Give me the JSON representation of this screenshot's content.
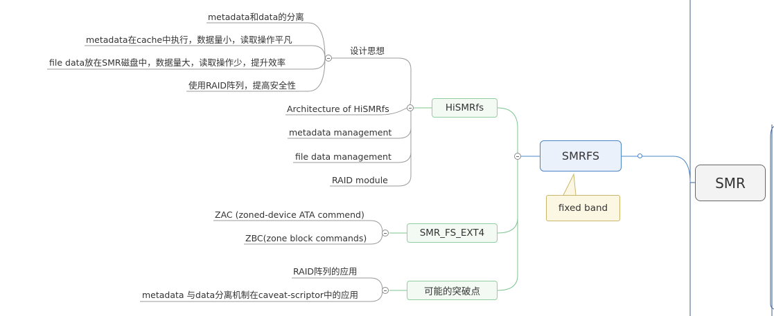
{
  "root": {
    "label": "SMR"
  },
  "main": {
    "label": "SMRFS",
    "note": "fixed band",
    "branches": [
      {
        "label": "HiSMRfs",
        "group": {
          "label": "设计思想",
          "items": [
            "metadata和data的分离",
            "metadata在cache中执行，数据量小，读取操作平凡",
            "file data放在SMR磁盘中，数据量大，读取操作少，提升效率",
            "使用RAID阵列，提高安全性"
          ]
        },
        "items": [
          "Architecture of HiSMRfs",
          "metadata management",
          "file data management",
          "RAID module"
        ]
      },
      {
        "label": "SMR_FS_EXT4",
        "items": [
          "ZAC (zoned-device ATA commend)",
          "ZBC(zone block commands)"
        ]
      },
      {
        "label": "可能的突破点",
        "items": [
          "RAID阵列的应用",
          "metadata 与data分离机制在caveat-scriptor中的应用"
        ]
      }
    ]
  },
  "colors": {
    "gray_line": "#999999",
    "green_line": "#7cc48e",
    "blue_line": "#4a84c6",
    "root_line": "#3c5f91"
  }
}
